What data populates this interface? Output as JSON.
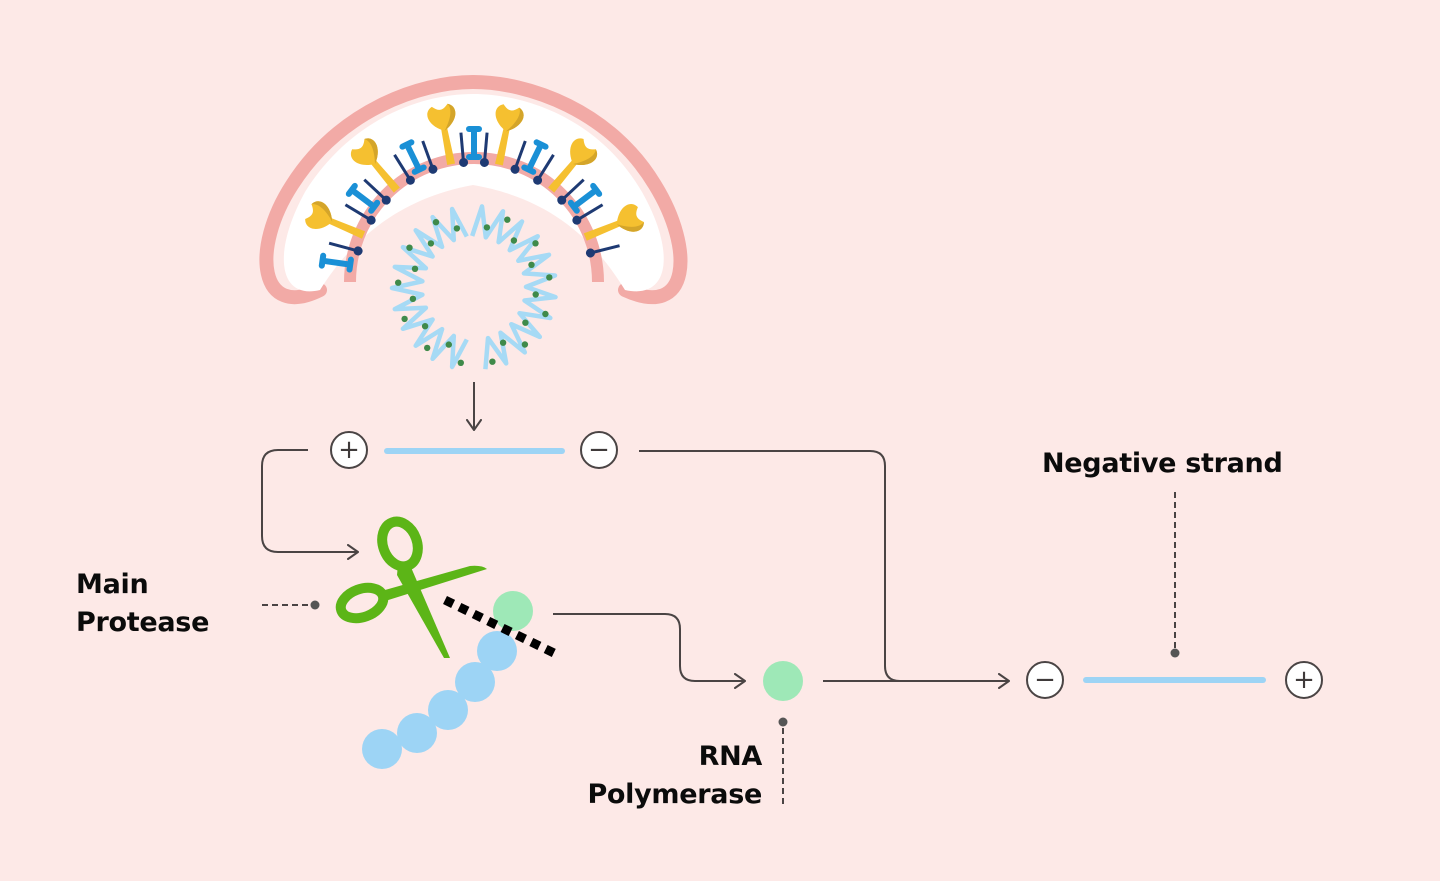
{
  "title": "Coronavirus replication: main protease and RNA polymerase",
  "labels": {
    "main_protease": [
      "Main",
      "Protease"
    ],
    "rna_polymerase": [
      "RNA",
      "Polymerase"
    ],
    "negative_strand": "Negative strand"
  },
  "strands": {
    "positive_strand": {
      "start_sign": "+",
      "end_sign": "−"
    },
    "negative_strand": {
      "start_sign": "−",
      "end_sign": "+"
    }
  },
  "colors": {
    "background": "#fde9e7",
    "membrane": "#f2aaa6",
    "spike_protein": "#f5c030",
    "spike_shadow": "#d4a52a",
    "membrane_protein": "#1a90d6",
    "envelope_protein": "#1e3a73",
    "rna": "#a6daf5",
    "nucleocapsid": "#3f8a4a",
    "scissors": "#5cb517",
    "polymerase": "#9ee8b7",
    "polyprotein": "#9dd4f5",
    "strand": "#9dd4f5",
    "line": "#4a4444",
    "text": "#0b0b0b"
  }
}
